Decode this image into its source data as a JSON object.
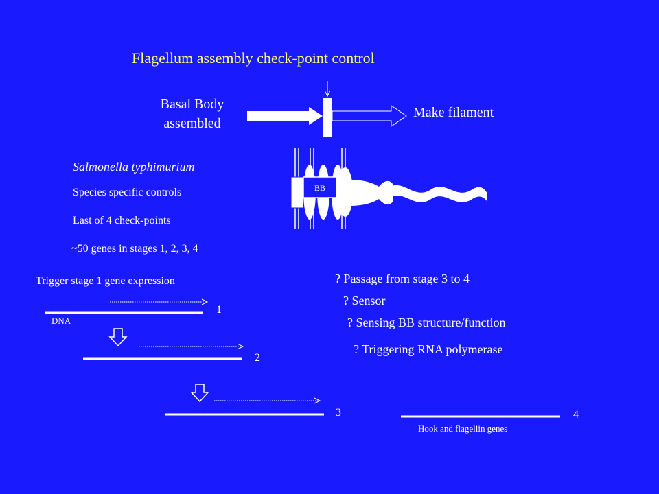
{
  "title": "Flagellum assembly check-point control",
  "basal_body_line1": "Basal Body",
  "basal_body_line2": "assembled",
  "make_filament": "Make filament",
  "organism": "Salmonella typhimurium",
  "species_controls": "Species specific controls",
  "last_checkpoint": "Last of 4 check-points",
  "genes_stages": "~50 genes in stages 1, 2, 3, 4",
  "bb_label": "BB",
  "trigger_text": "Trigger stage 1 gene expression",
  "dna_label": "DNA",
  "stages": [
    "1",
    "2",
    "3",
    "4"
  ],
  "hook_genes": "Hook and flagellin genes",
  "questions": [
    "? Passage from stage 3 to 4",
    "? Sensor",
    "? Sensing BB structure/function",
    "? Triggering RNA polymerase"
  ],
  "colors": {
    "background": "#1a1aff",
    "title": "#ffff66",
    "foreground": "#ffffff"
  }
}
